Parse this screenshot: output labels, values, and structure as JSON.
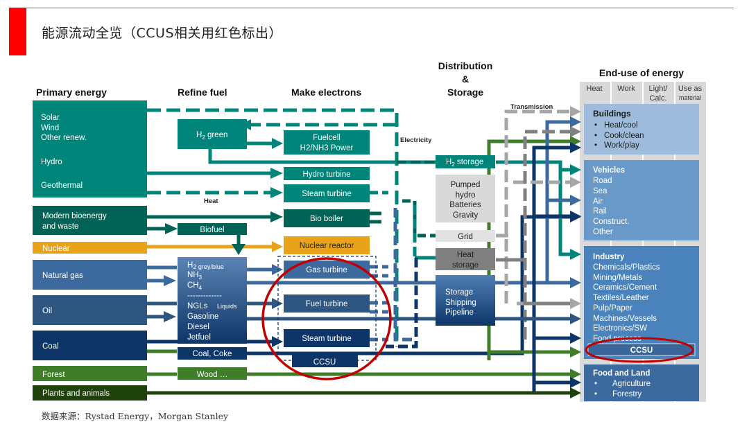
{
  "title": "能源流动全览（CCUS相关用红色标出）",
  "source": "数据来源：Rystad Energy，Morgan Stanley",
  "colors": {
    "accent_red": "#ff0000",
    "teal": "#00857a",
    "dark_teal": "#006355",
    "orange": "#e9a31b",
    "blue_mid": "#3c6a9e",
    "blue_oil": "#2f5680",
    "navy": "#0d3567",
    "green": "#3f7d2b",
    "dark_green": "#1e4209",
    "grey_light": "#d9d9d9",
    "grey_mid": "#a6a6a6",
    "grey_dark": "#808080",
    "highlight_circle": "#c00000"
  },
  "columns": {
    "primary": "Primary energy",
    "refine": "Refine fuel",
    "electrons": "Make electrons",
    "distribution_1": "Distribution",
    "distribution_2": "&",
    "distribution_3": "Storage",
    "enduse": "End-use of energy"
  },
  "enduse_types": [
    "Heat",
    "Work",
    "Light/",
    "Calc.",
    "Use as",
    "material"
  ],
  "primary": {
    "renewables": [
      "Solar",
      "Wind",
      "Other renew.",
      "Hydro",
      "Geothermal"
    ],
    "bioenergy": [
      "Modern bioenergy",
      "and waste"
    ],
    "nuclear": "Nuclear",
    "natural_gas": "Natural gas",
    "oil": "Oil",
    "coal": "Coal",
    "forest": "Forest",
    "plants": "Plants and animals"
  },
  "refine": {
    "h2_green": "H",
    "h2_green_sub": "2",
    "h2_green_rest": " green",
    "biofuel": "Biofuel",
    "fossil_gas": [
      "H",
      "2 grey/blue",
      "NH",
      "3",
      "CH",
      "4"
    ],
    "separator": "-------------",
    "ngls": "NGLs",
    "liquids": "Liquids",
    "liquids_list": [
      "Gasoline",
      "Diesel",
      "Jetfuel"
    ],
    "coal_coke": "Coal, Coke",
    "wood": "Wood …"
  },
  "electrons": {
    "fuelcell": [
      "Fuelcell",
      "H2/NH3 Power"
    ],
    "hydro_turbine": "Hydro turbine",
    "steam_turbine_1": "Steam turbine",
    "bio_boiler": "Bio boiler",
    "nuclear_reactor": "Nuclear reactor",
    "gas_turbine": "Gas turbine",
    "fuel_turbine": "Fuel turbine",
    "steam_turbine_2": "Steam turbine",
    "ccsu": "CCSU"
  },
  "labels": {
    "heat": "Heat",
    "electricity": "Electricity",
    "transmission": "Transmission"
  },
  "storage": {
    "h2_storage": "storage",
    "pumped": [
      "Pumped",
      "hydro",
      "Batteries",
      "Gravity"
    ],
    "grid": "Grid",
    "heat_storage": [
      "Heat",
      "storage"
    ],
    "pipeline": [
      "Storage",
      "Shipping",
      "Pipeline"
    ]
  },
  "enduse": {
    "buildings": {
      "title": "Buildings",
      "items": [
        "Heat/cool",
        "Cook/clean",
        "Work/play"
      ]
    },
    "vehicles": {
      "title": "Vehicles",
      "items": [
        "Road",
        "Sea",
        "Air",
        "Rail",
        "Construct.",
        "Other"
      ]
    },
    "industry": {
      "title": "Industry",
      "items": [
        "Chemicals/Plastics",
        "Mining/Metals",
        "Ceramics/Cement",
        "Textiles/Leather",
        "Pulp/Paper",
        "Machines/Vessels",
        "Electronics/SW",
        "Food process"
      ],
      "ccsu": "CCSU"
    },
    "food": {
      "title": "Food and Land",
      "items": [
        "Agriculture",
        "Forestry"
      ]
    }
  }
}
